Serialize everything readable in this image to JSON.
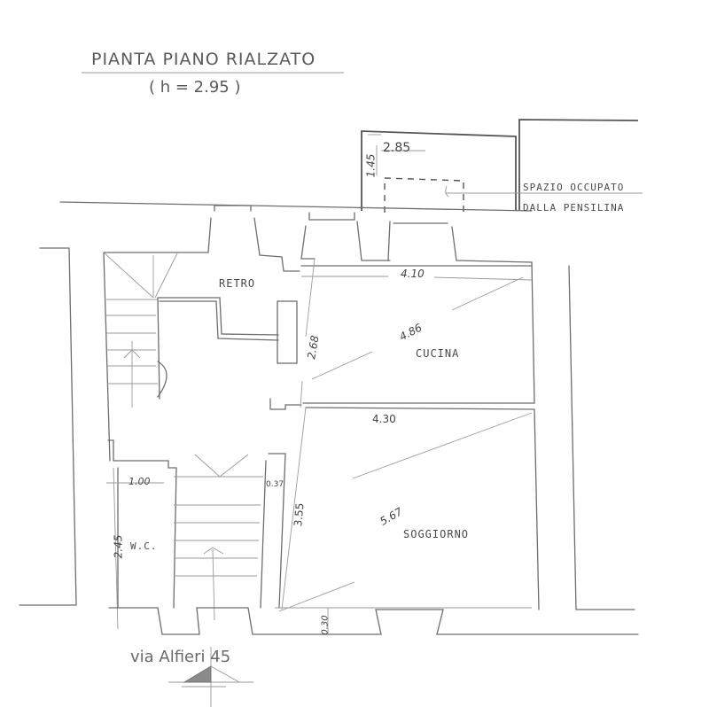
{
  "title": {
    "main": "PIANTA PIANO RIALZATO",
    "height_note": "( h = 2.95 )"
  },
  "rooms": [
    {
      "id": "retro",
      "label": "RETRO"
    },
    {
      "id": "cucina",
      "label": "CUCINA"
    },
    {
      "id": "soggiorno",
      "label": "SOGGIORNO"
    },
    {
      "id": "wc",
      "label": "W.C."
    }
  ],
  "annotations": {
    "canopy_line1": "SPAZIO OCCUPATO",
    "canopy_line2": "DALLA PENSILINA",
    "address": "via Alfieri 45"
  },
  "dimensions": {
    "canopy_width": "2.85",
    "canopy_depth": "1.45",
    "cucina_width": "4.10",
    "cucina_depth": "2.68",
    "cucina_diagonal": "4.86",
    "soggiorno_width": "4.30",
    "soggiorno_depth": "3.55",
    "soggiorno_diagonal": "5.67",
    "wc_width": "1.00",
    "wc_depth": "2.45",
    "wall_thickness": "0.37",
    "front_wall": "0.30"
  }
}
